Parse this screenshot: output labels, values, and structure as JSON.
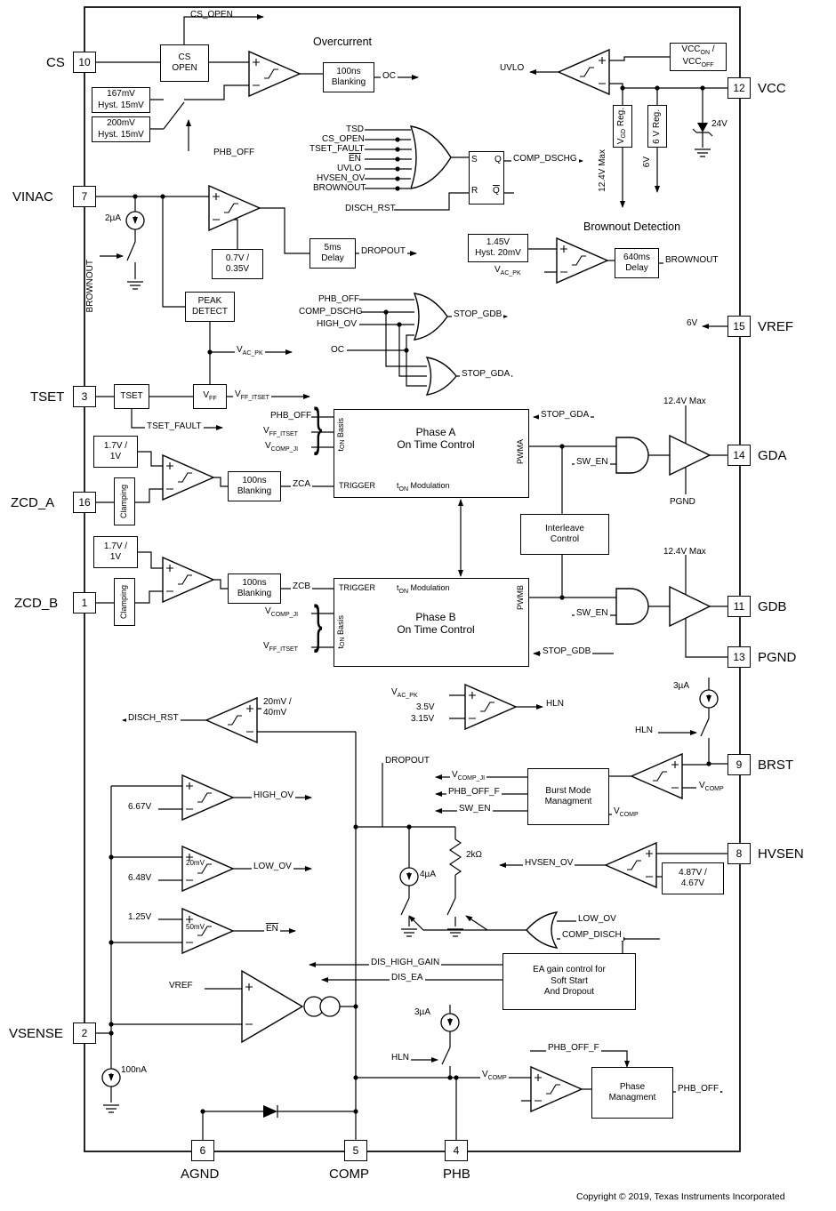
{
  "pins": {
    "cs": {
      "num": "10",
      "name": "CS"
    },
    "vinac": {
      "num": "7",
      "name": "VINAC"
    },
    "tset": {
      "num": "3",
      "name": "TSET"
    },
    "zcd_a": {
      "num": "16",
      "name": "ZCD_A"
    },
    "zcd_b": {
      "num": "1",
      "name": "ZCD_B"
    },
    "vsense": {
      "num": "2",
      "name": "VSENSE"
    },
    "vcc": {
      "num": "12",
      "name": "VCC"
    },
    "vref": {
      "num": "15",
      "name": "VREF"
    },
    "gda": {
      "num": "14",
      "name": "GDA"
    },
    "gdb": {
      "num": "11",
      "name": "GDB"
    },
    "pgnd": {
      "num": "13",
      "name": "PGND"
    },
    "brst": {
      "num": "9",
      "name": "BRST"
    },
    "hvsen": {
      "num": "8",
      "name": "HVSEN"
    },
    "agnd": {
      "num": "6",
      "name": "AGND"
    },
    "comp": {
      "num": "5",
      "name": "COMP"
    },
    "phb": {
      "num": "4",
      "name": "PHB"
    }
  },
  "headings": {
    "overcurrent": "Overcurrent",
    "brownout_detection": "Brownout Detection",
    "copyright": "Copyright © 2019, Texas Instruments Incorporated"
  },
  "sig": {
    "cs_open": "CS_OPEN",
    "oc": "OC",
    "phb_off": "PHB_OFF",
    "uvlo": "UVLO",
    "tsd": "TSD",
    "tset_fault": "TSET_FAULT",
    "en": "EN",
    "hvsen_ov": "HVSEN_OV",
    "brownout": "BROWNOUT",
    "comp_dschg": "COMP_DSCHG",
    "disch_rst": "DISCH_RST",
    "dropout": "DROPOUT",
    "high_ov": "HIGH_OV",
    "low_ov": "LOW_OV",
    "stop_gdb": "STOP_GDB",
    "stop_gda": "STOP_GDA",
    "sw_en": "SW_EN",
    "pwma": "PWMA",
    "pwmb": "PWMB",
    "trigger": "TRIGGER",
    "zca": "ZCA",
    "zcb": "ZCB",
    "hln": "HLN",
    "pgnd": "PGND",
    "max_124": "12.4V Max",
    "vref": "VREF",
    "dis_high_gain": "DIS_HIGH_GAIN",
    "dis_ea": "DIS_EA",
    "comp_disch": "COMP_DISCH",
    "phb_off_f": "PHB_OFF_F"
  },
  "subs": {
    "V": "V",
    "t": "t",
    "VCC": "VCC",
    "ON": "ON",
    "OFF": "OFF",
    "GD": "GD",
    "FF": "FF",
    "FF_ITSET": "FF_ITSET",
    "COMP": "COMP",
    "COMP_JI": "COMP_JI",
    "AC_PK": "AC_PK",
    "slash": " / ",
    "reg": " Reg.",
    "modulation": " Modulation",
    "basis": " Basis",
    "brace": "}"
  },
  "blocks": {
    "cs_open": [
      "CS",
      "OPEN"
    ],
    "blanking": [
      "100ns",
      "Blanking"
    ],
    "delay5": [
      "5ms",
      "Delay"
    ],
    "delay640": [
      "640ms",
      "Delay"
    ],
    "peak": [
      "PEAK",
      "DETECT"
    ],
    "tset": "TSET",
    "clamping": "Clamping",
    "phase_a": [
      "Phase A",
      "On Time Control"
    ],
    "phase_b": [
      "Phase B",
      "On Time Control"
    ],
    "interleave": [
      "Interleave",
      "Control"
    ],
    "burst": [
      "Burst Mode",
      "Managment"
    ],
    "ea": [
      "EA gain control for",
      "Soft Start",
      "And Dropout"
    ],
    "phase_mgmt": [
      "Phase",
      "Managment"
    ],
    "v6_reg": "6 V Reg."
  },
  "refs": {
    "r167": [
      "167mV",
      "Hyst. 15mV"
    ],
    "r200": [
      "200mV",
      "Hyst. 15mV"
    ],
    "r07": [
      "0.7V /",
      "0.35V"
    ],
    "r145": [
      "1.45V",
      "Hyst. 20mV"
    ],
    "r17": [
      "1.7V /",
      "1V"
    ],
    "r2040": [
      "20mV /",
      "40mV"
    ],
    "r487": [
      "4.87V /",
      "4.67V"
    ],
    "r35": "3.5V",
    "r315": "3.15V",
    "r667": "6.67V",
    "r648": "6.48V",
    "r125": "1.25V",
    "r20m": "20mV",
    "r50m": "50mV",
    "i2": "2µA",
    "i3": "3µA",
    "i4": "4µA",
    "i100n": "100nA",
    "r2k": "2kΩ",
    "v24": "24V",
    "v6": "6V"
  },
  "latch": {
    "s": "S",
    "r": "R",
    "q": "Q",
    "qb": "Q"
  }
}
